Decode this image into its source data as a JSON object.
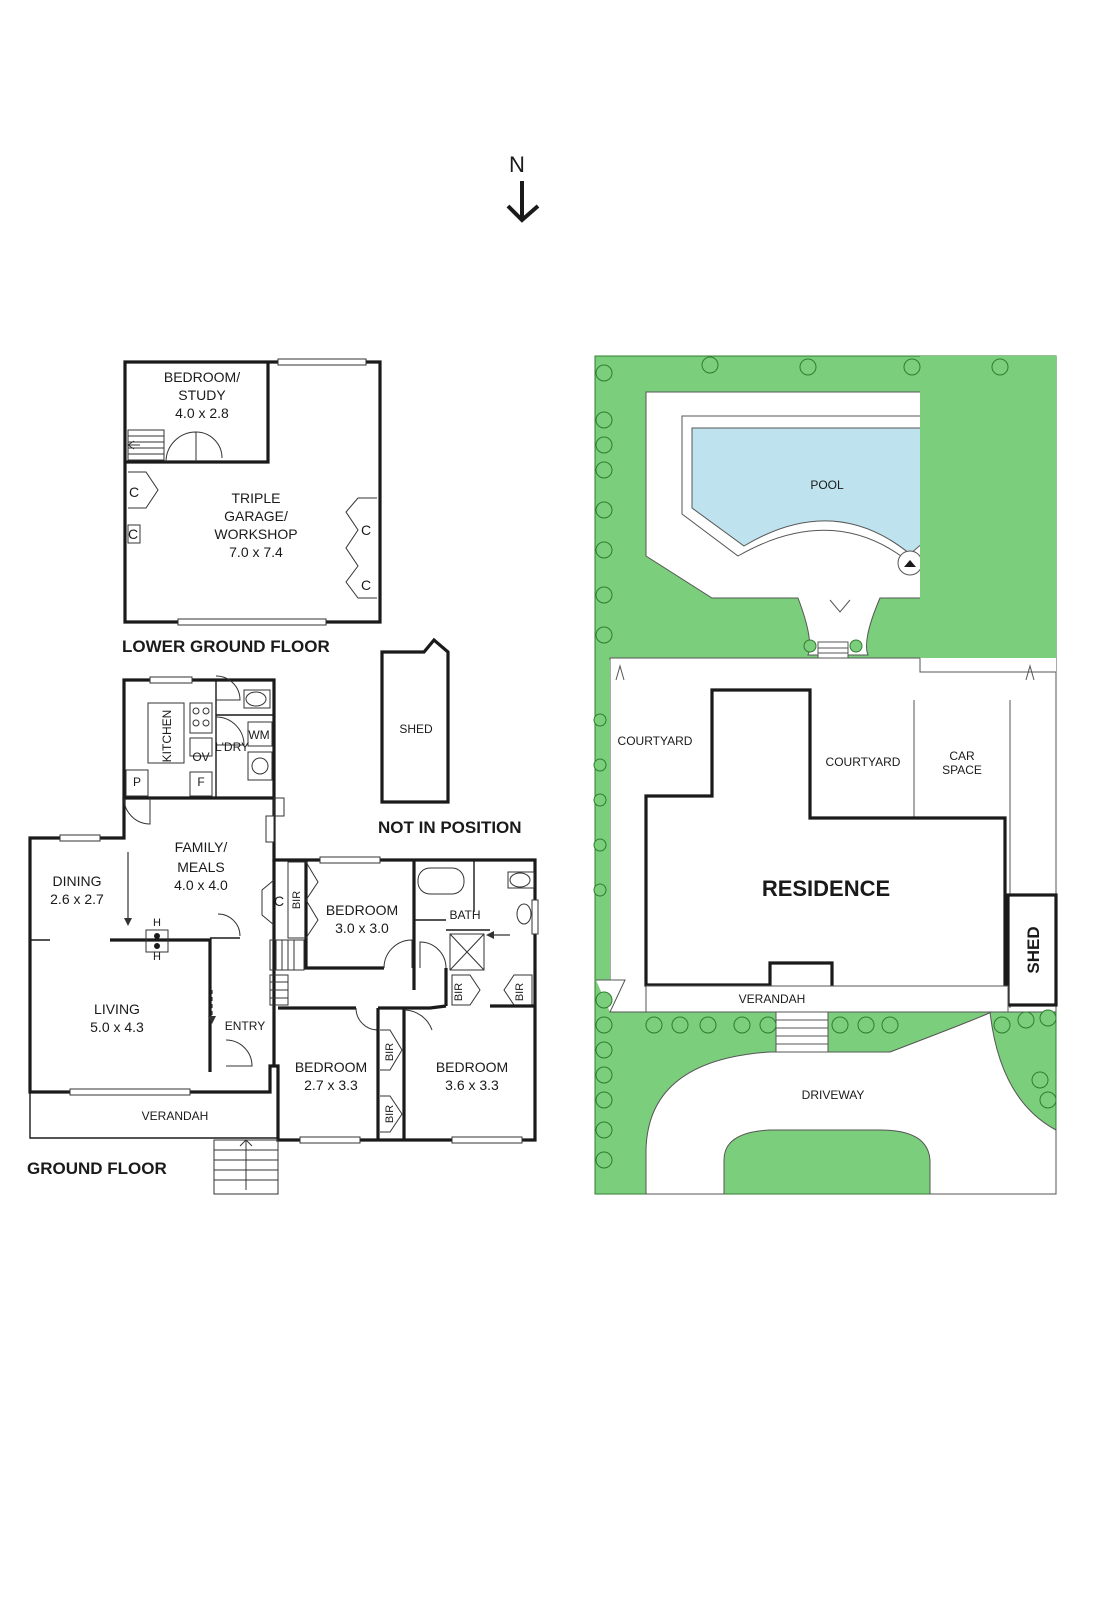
{
  "compass": {
    "letter": "N"
  },
  "lower_ground": {
    "title": "LOWER GROUND FLOOR",
    "rooms": {
      "bedroom_study": {
        "name_line1": "BEDROOM/",
        "name_line2": "STUDY",
        "size": "4.0 x 2.8"
      },
      "garage": {
        "name_line1": "TRIPLE",
        "name_line2": "GARAGE/",
        "name_line3": "WORKSHOP",
        "size": "7.0 x 7.4"
      }
    },
    "cupboard": "C"
  },
  "shed_detached": {
    "name": "SHED",
    "note": "NOT IN POSITION"
  },
  "ground": {
    "title": "GROUND FLOOR",
    "rooms": {
      "kitchen": "KITCHEN",
      "laundry": "L'DRY",
      "wm": "WM",
      "oven": "OV",
      "fridge": "F",
      "pantry": "P",
      "family": {
        "name_line1": "FAMILY/",
        "name_line2": "MEALS",
        "size": "4.0 x 4.0"
      },
      "dining": {
        "name": "DINING",
        "size": "2.6 x 2.7"
      },
      "living": {
        "name": "LIVING",
        "size": "5.0 x 4.3"
      },
      "entry": "ENTRY",
      "verandah": "VERANDAH",
      "heater": "H",
      "cupboard": "C",
      "bir": "BIR",
      "bed1": {
        "name": "BEDROOM",
        "size": "3.0 x 3.0"
      },
      "bath": "BATH",
      "bed2": {
        "name": "BEDROOM",
        "size": "2.7 x 3.3"
      },
      "bed3": {
        "name": "BEDROOM",
        "size": "3.6 x 3.3"
      }
    }
  },
  "site": {
    "pool": "POOL",
    "courtyard_left": "COURTYARD",
    "courtyard_right": "COURTYARD",
    "car_space_line1": "CAR",
    "car_space_line2": "SPACE",
    "residence": "RESIDENCE",
    "shed": "SHED",
    "verandah": "VERANDAH",
    "driveway": "DRIVEWAY"
  },
  "colors": {
    "grass": "#7bce7b",
    "pool": "#bfe3ee",
    "walls": "#1a1a1a"
  }
}
